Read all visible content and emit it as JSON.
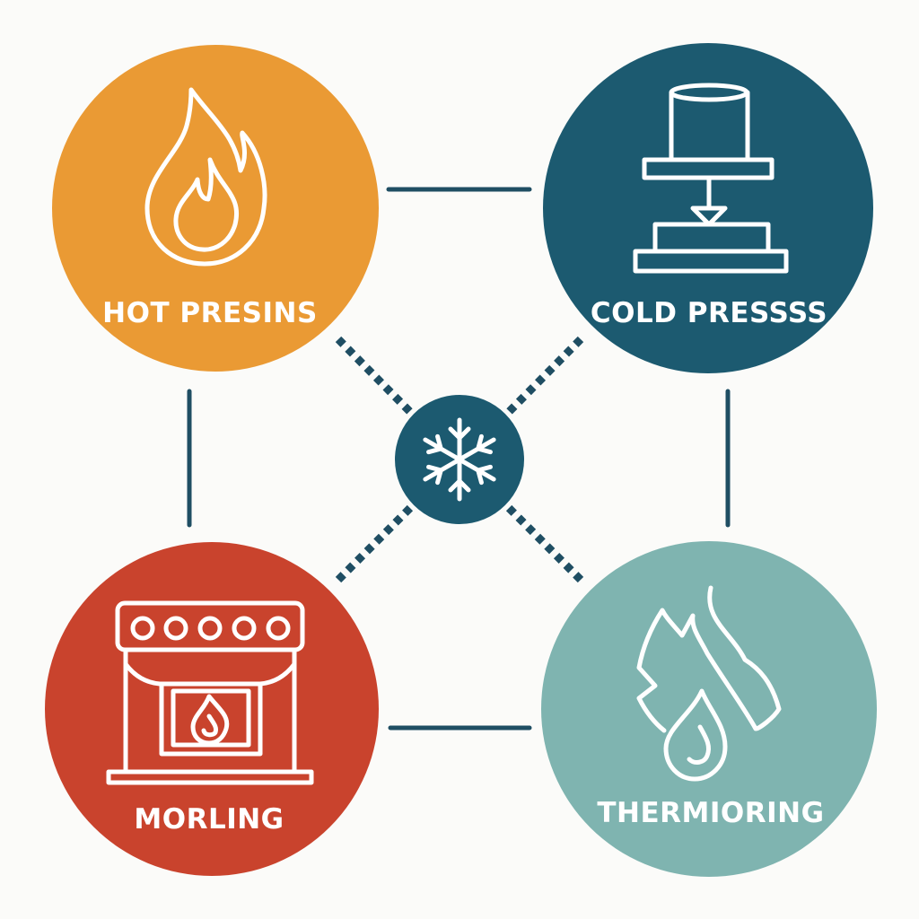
{
  "colors": {
    "background": "#fbfbf9",
    "connector": "#1f4e63",
    "hot_pressing": "#ea9a34",
    "cold_pressing": "#1c5a70",
    "molding": "#c9432d",
    "thermoforming": "#7fb4b0",
    "hub": "#1c5a70",
    "icon_stroke": "#ffffff",
    "label_text": "#ffffff"
  },
  "nodes": {
    "hot_pressing": {
      "label": "HOT PRESINS",
      "icon": "flame-icon"
    },
    "cold_pressing": {
      "label": "COLD PRESSSS",
      "icon": "press-icon"
    },
    "molding": {
      "label": "MORLING",
      "icon": "oven-icon"
    },
    "thermoforming": {
      "label": "THERMIORING",
      "icon": "flame-drop-icon"
    }
  },
  "hub": {
    "icon": "snowflake-icon"
  }
}
